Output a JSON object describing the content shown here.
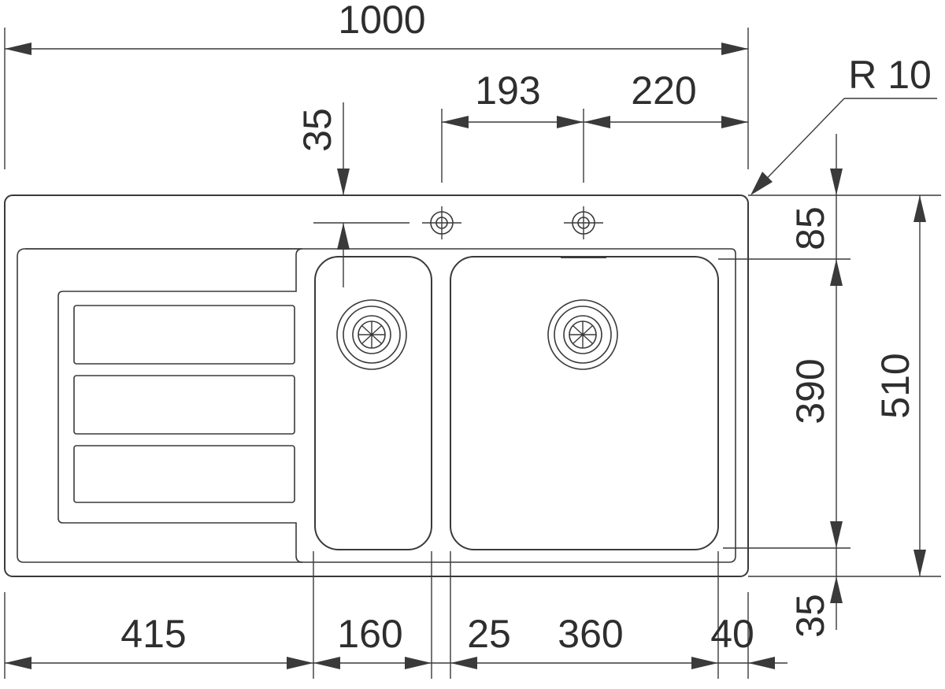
{
  "drawing": {
    "overall_width": "1000",
    "tap_offset_1": "193",
    "tap_offset_2": "220",
    "corner_radius": "R 10",
    "small_bowl_top_offset": "35",
    "top_margin": "85",
    "bowl_depth": "390",
    "overall_depth": "510",
    "bottom_margin": "35",
    "drainer_width": "415",
    "small_bowl_width": "160",
    "bowl_gap": "25",
    "large_bowl_width": "360",
    "right_margin": "40"
  }
}
